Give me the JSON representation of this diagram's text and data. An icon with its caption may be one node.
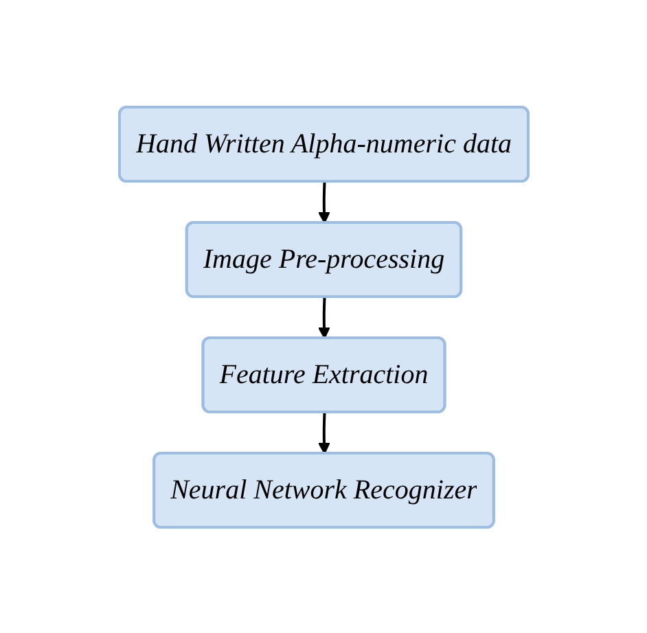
{
  "diagram": {
    "nodes": [
      {
        "text": [
          "Hand Written Alpha-numeric data"
        ]
      },
      {
        "text": [
          "Image Pre-processing"
        ]
      },
      {
        "text": [
          "Feature Extraction"
        ]
      },
      {
        "text": [
          "Neural Network Recognizer"
        ]
      }
    ],
    "edges": [
      {
        "from": 0,
        "to": 1,
        "arrow": "to"
      },
      {
        "from": 1,
        "to": 2,
        "arrow": "to"
      },
      {
        "from": 2,
        "to": 3,
        "arrow": "to"
      }
    ]
  }
}
